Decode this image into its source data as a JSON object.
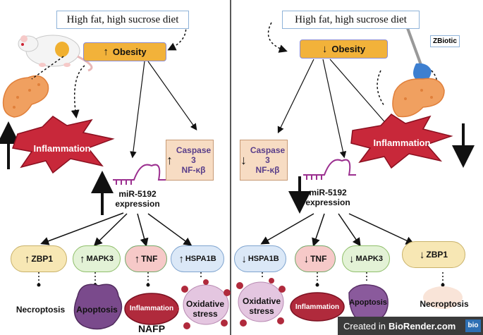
{
  "left_panel": {
    "diet": "High fat, high sucrose diet",
    "obesity": "Obesity",
    "inflammation": "Inflammation",
    "caspase": [
      "Caspase 3",
      "NF-κβ"
    ],
    "mirna": [
      "miR-5192",
      "expression"
    ],
    "pills": [
      "ZBP1",
      "MAPK3",
      "TNF",
      "HSPA1B"
    ],
    "outcomes": [
      "Necroptosis",
      "Apoptosis",
      "Inflammation",
      "Oxidative stress"
    ],
    "caption": "NAFP"
  },
  "right_panel": {
    "diet": "High fat, high sucrose diet",
    "treatment": "ZBiotic",
    "obesity": "Obesity",
    "inflammation": "Inflammation",
    "caspase": [
      "Caspase 3",
      "NF-κβ"
    ],
    "mirna": [
      "miR-5192",
      "expression"
    ],
    "pills": [
      "HSPA1B",
      "TNF",
      "MAPK3",
      "ZBP1"
    ],
    "outcomes": [
      "Oxidative stress",
      "Inflammation",
      "Apoptosis",
      "Necroptosis"
    ]
  },
  "watermark": {
    "prefix": "Created in",
    "brand": "BioRender.com",
    "badge": "bio"
  },
  "colors": {
    "obesity": "#f2b23a",
    "inflammation": "#c8283a",
    "zbp1": "#f7e7b4",
    "mapk3": "#e3f2d6",
    "tnf": "#f6c9c8",
    "hspa1b": "#dbe8f7"
  }
}
